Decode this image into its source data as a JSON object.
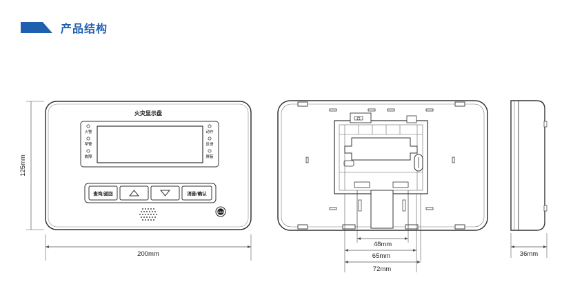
{
  "header": {
    "title": "产品结构",
    "accent_color": "#1f5fb0"
  },
  "front_view": {
    "panel_title": "火灾显示盘",
    "left_indicators": [
      "火警",
      "早警",
      "故障"
    ],
    "right_indicators": [
      "动作",
      "反馈",
      "屏蔽"
    ],
    "buttons": {
      "query": "查询/返回",
      "up": "△",
      "down": "▽",
      "silence": "消音/确认"
    },
    "logo": "CCC"
  },
  "dimensions": {
    "height": "125mm",
    "width": "200mm",
    "bracket_inner": "48mm",
    "bracket_mid": "65mm",
    "bracket_outer": "72mm",
    "depth": "36mm"
  }
}
